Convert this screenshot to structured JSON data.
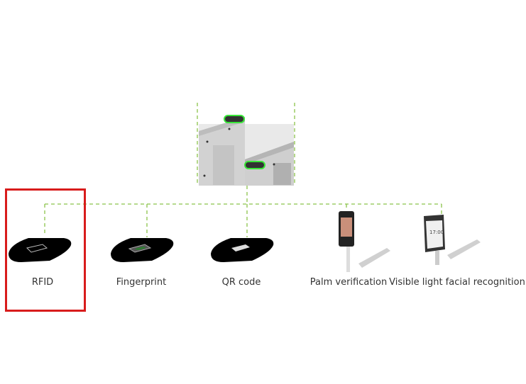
{
  "colors": {
    "connector": "#8bc34a",
    "highlight": "#d81c1c",
    "reader": "#000000",
    "gate_led": "#39e639"
  },
  "root": {
    "name": "turnstile-gate",
    "icon": "speed-gate-image"
  },
  "methods": [
    {
      "label": "RFID",
      "icon": "rfid-reader-icon",
      "highlighted": true
    },
    {
      "label": "Fingerprint",
      "icon": "fingerprint-reader-icon",
      "highlighted": false
    },
    {
      "label": "QR code",
      "icon": "qr-reader-icon",
      "highlighted": false
    },
    {
      "label": "Palm verification",
      "icon": "palm-terminal-icon",
      "highlighted": false
    },
    {
      "label": "Visible light facial recognition",
      "icon": "face-terminal-icon",
      "highlighted": false
    }
  ]
}
